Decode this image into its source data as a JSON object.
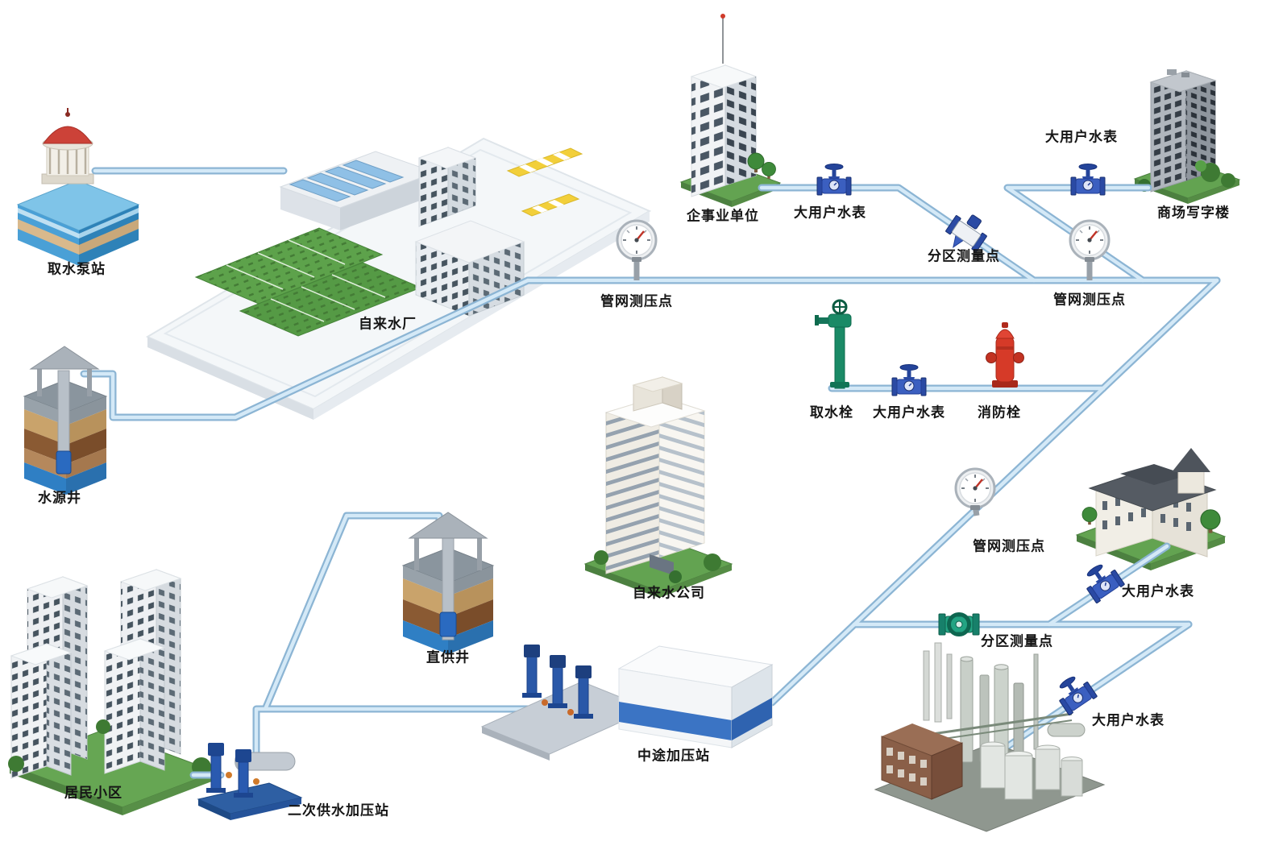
{
  "diagram": {
    "type": "water-supply-network-schematic",
    "labels": {
      "intake_pump_station": "取水泵站",
      "water_plant": "自来水厂",
      "source_well": "水源井",
      "residential_area": "居民小区",
      "secondary_supply_station": "二次供水加压站",
      "direct_supply_well": "直供井",
      "midway_boost_station": "中途加压站",
      "water_company": "自来水公司",
      "enterprise_unit": "企事业单位",
      "large_user_meter": "大用户水表",
      "district_metering_point": "分区测量点",
      "mall_office_building": "商场写字楼",
      "network_pressure_point": "管网测压点",
      "intake_hydrant": "取水栓",
      "fire_hydrant": "消防栓"
    },
    "colors": {
      "pipe_outer": "#8cb5d4",
      "pipe_inner": "#d4e9f7",
      "grass": "#63a351",
      "meter_blue": "#3b5fc0",
      "flowmeter_green": "#23a483",
      "hydrant_green": "#1a8a66",
      "hydrant_red": "#d63a28",
      "water_blue": "#7fc4e8"
    }
  }
}
